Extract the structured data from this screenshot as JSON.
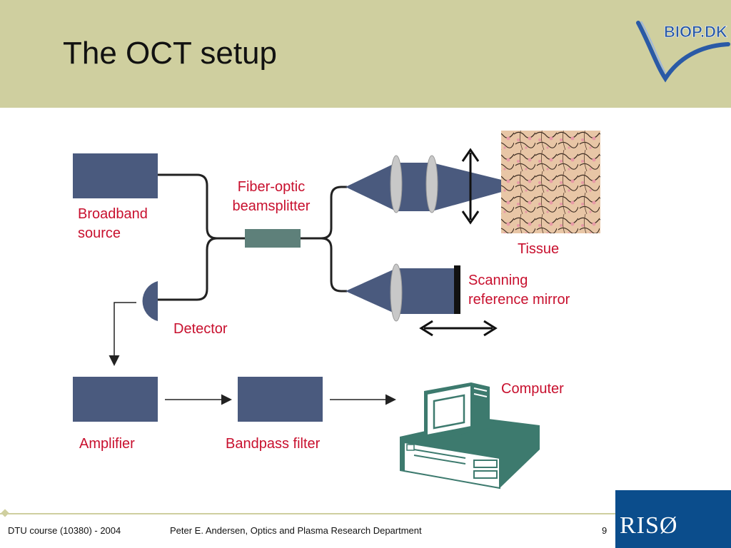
{
  "slide": {
    "title": "The OCT setup",
    "logo_text": "BIOP.DK"
  },
  "diagram": {
    "labels": {
      "broadband_line1": "Broadband",
      "broadband_line2": "source",
      "fiber_line1": "Fiber-optic",
      "fiber_line2": "beamsplitter",
      "tissue": "Tissue",
      "mirror_line1": "Scanning",
      "mirror_line2": "reference mirror",
      "detector": "Detector",
      "computer": "Computer",
      "amplifier": "Amplifier",
      "bandpass": "Bandpass filter"
    }
  },
  "footer": {
    "course": "DTU course (10380) - 2004",
    "author": "Peter E. Andersen, Optics and Plasma Research Department",
    "page": "9",
    "brand": "RISØ"
  },
  "colors": {
    "header_bg": "#cfcf9f",
    "box": "#4a5a7e",
    "coupler": "#5e807a",
    "label": "#c8102e",
    "computer": "#3d7a6e",
    "riso_bg": "#0b4d8c"
  }
}
